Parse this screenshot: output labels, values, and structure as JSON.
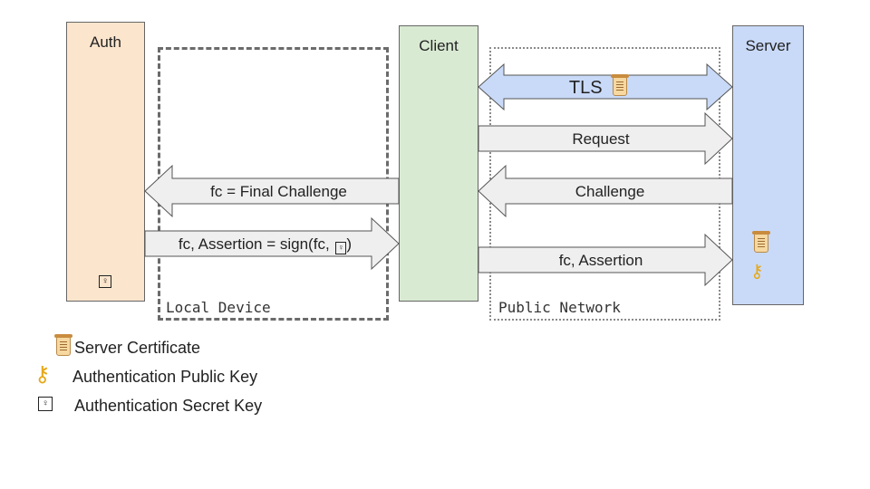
{
  "lanes": {
    "auth": "Auth",
    "client": "Client",
    "server": "Server"
  },
  "zones": {
    "local": "Local Device",
    "public": "Public Network"
  },
  "arrows": {
    "tls": "TLS",
    "request": "Request",
    "challenge": "Challenge",
    "final_challenge": "fc = Final Challenge",
    "assertion_sign": "fc, Assertion = sign(fc, ",
    "assertion_sign_close": ")",
    "fc_assertion": "fc, Assertion"
  },
  "legend": {
    "server_certificate": "Server Certificate",
    "auth_public_key": "Authentication Public Key",
    "auth_secret_key": "Authentication Secret Key"
  },
  "icons": {
    "certificate": "scroll-icon",
    "public_key": "key-icon",
    "secret_key": "secret-key-icon"
  },
  "colors": {
    "auth_lane": "#fce5cd",
    "client_lane": "#d9ead3",
    "server_lane": "#c9daf8",
    "tls_arrow": "#c9daf8",
    "message_arrow": "#efefef"
  }
}
